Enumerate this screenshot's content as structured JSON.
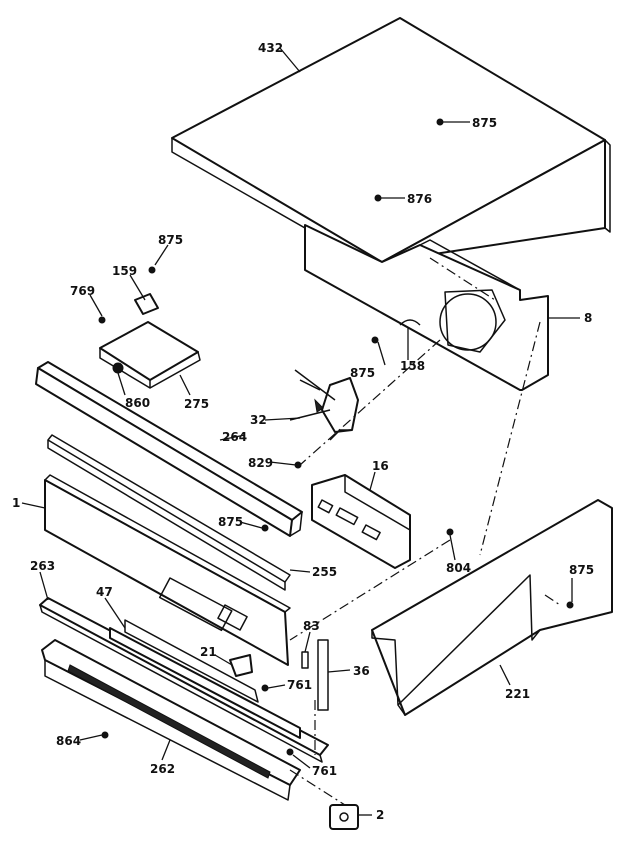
{
  "diagram": {
    "callouts": {
      "c432": "432",
      "c875a": "875",
      "c876": "876",
      "c875b": "875",
      "c159": "159",
      "c769": "769",
      "c8": "8",
      "c875c": "875",
      "c158": "158",
      "c860": "860",
      "c275": "275",
      "c32": "32",
      "c264": "264",
      "c829": "829",
      "c16": "16",
      "c1": "1",
      "c875d": "875",
      "c255": "255",
      "c804": "804",
      "c875e": "875",
      "c263": "263",
      "c47": "47",
      "c83": "83",
      "c21": "21",
      "c761a": "761",
      "c36": "36",
      "c221": "221",
      "c864": "864",
      "c262": "262",
      "c761b": "761",
      "c2": "2"
    }
  }
}
